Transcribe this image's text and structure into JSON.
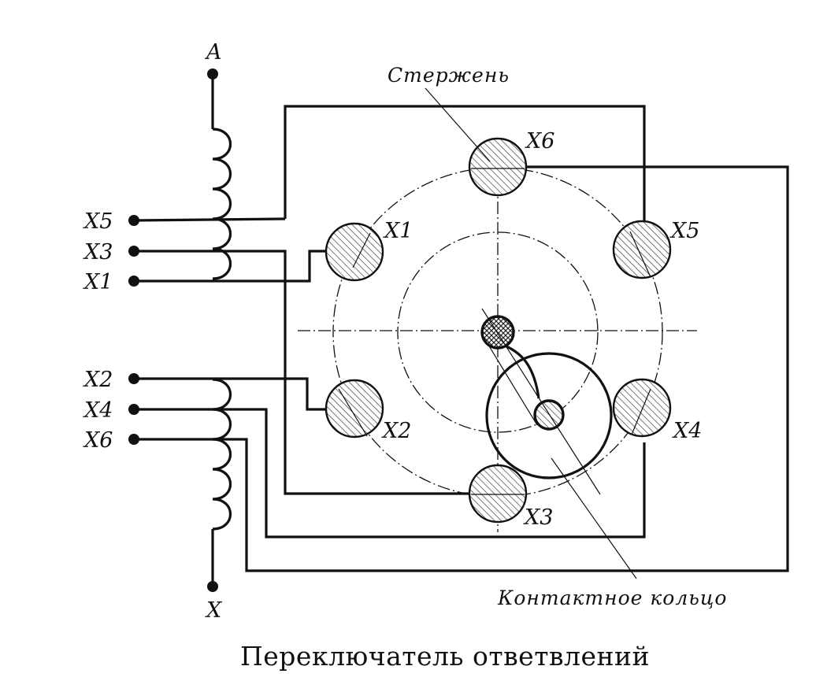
{
  "labels": {
    "terminal_a": "A",
    "terminal_x": "X",
    "tap_x5": "X5",
    "tap_x3": "X3",
    "tap_x1": "X1",
    "tap_x2": "X2",
    "tap_x4": "X4",
    "tap_x6": "X6",
    "contact_x1": "X1",
    "contact_x2": "X2",
    "contact_x3": "X3",
    "contact_x4": "X4",
    "contact_x5": "X5",
    "contact_x6": "X6"
  },
  "annotations": {
    "rod": "Стержень",
    "contact_ring": "Контактное кольцо"
  },
  "caption": "Переключатель ответвлений"
}
